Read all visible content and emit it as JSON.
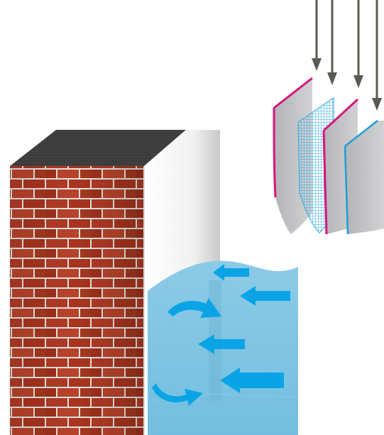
{
  "title": "",
  "colors": {
    "brick": "#b03a26",
    "brick_dark": "#7e2212",
    "mortar": "#e9e3dc",
    "wall_top": "#3a3a3a",
    "insulation": "#f3f3f3",
    "water": "#7ec3e0",
    "arrow_blue": "#0aa4e6",
    "arrow_gray": "#5a5a52",
    "panel_gray": "#c3c3c6",
    "edge_magenta": "#d6157f",
    "edge_blue": "#1a9fd8",
    "mesh_blue": "#2aa6e0"
  },
  "icons": {
    "brick_wall": "brick-wall-icon",
    "insulation_layer": "insulation-board-icon",
    "water_body": "water-icon",
    "flow_arrow": "arrow-left-icon",
    "curved_arrow": "curved-arrow-icon",
    "load_arrow": "arrow-down-icon",
    "layer_panel": "panel-icon",
    "reinforcement_mesh": "mesh-icon"
  },
  "layers": [
    "panel-magenta-edge",
    "reinforcement-mesh",
    "panel-magenta-edge",
    "panel-blue-edge"
  ]
}
